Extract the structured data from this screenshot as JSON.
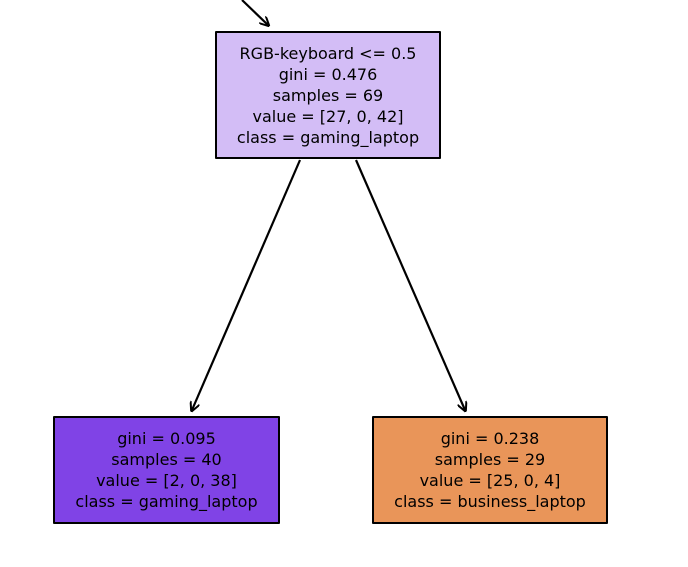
{
  "nodes": {
    "root": {
      "split": "RGB-keyboard <= 0.5",
      "gini": "gini = 0.476",
      "samples": "samples = 69",
      "value": "value = [27, 0, 42]",
      "class": "class = gaming_laptop",
      "fill": "#d3bdf6"
    },
    "left": {
      "gini": "gini = 0.095",
      "samples": "samples = 40",
      "value": "value = [2, 0, 38]",
      "class": "class = gaming_laptop",
      "fill": "#8043e6"
    },
    "right": {
      "gini": "gini = 0.238",
      "samples": "samples = 29",
      "value": "value = [25, 0, 4]",
      "class": "class = business_laptop",
      "fill": "#e99559"
    }
  },
  "edge_color": "#000000"
}
